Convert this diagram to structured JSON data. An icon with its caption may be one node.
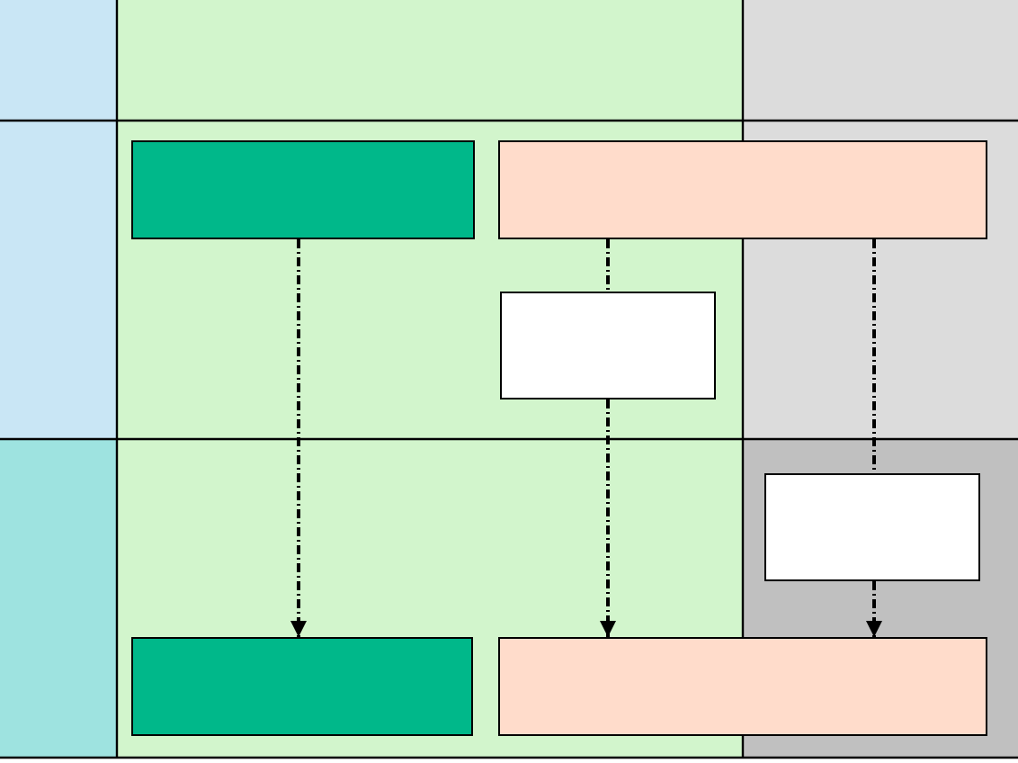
{
  "diagram": {
    "nodes": [
      {
        "text": [],
        "shape": "box"
      },
      {
        "text": [],
        "shape": "box"
      },
      {
        "text": [],
        "shape": "box"
      },
      {
        "text": [],
        "shape": "box"
      },
      {
        "text": [],
        "shape": "box"
      },
      {
        "text": [],
        "shape": "box"
      }
    ],
    "edges": [
      {
        "from": 0,
        "to": 4,
        "arrow": "to",
        "style": "dashed"
      },
      {
        "from": 1,
        "to": 2,
        "arrow": "none",
        "style": "dashed"
      },
      {
        "from": 2,
        "to": 5,
        "arrow": "to",
        "style": "dashed"
      },
      {
        "from": 1,
        "to": 3,
        "arrow": "none",
        "style": "dashed"
      },
      {
        "from": 3,
        "to": 5,
        "arrow": "to",
        "style": "dashed"
      }
    ]
  }
}
